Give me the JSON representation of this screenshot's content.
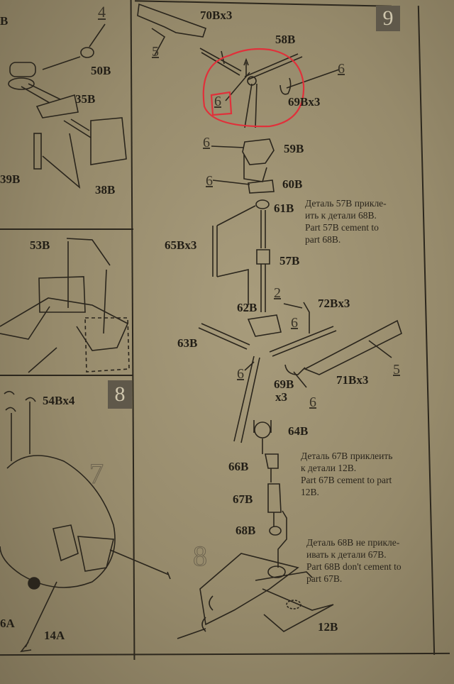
{
  "document": {
    "type": "model kit assembly instructions (helicopter)",
    "steps": [
      {
        "number": "4",
        "labels": [
          "50B",
          "35B",
          "39B",
          "38B"
        ]
      },
      {
        "number": "7",
        "labels": [
          "53B"
        ]
      },
      {
        "number": "8",
        "labels": [
          "54Bx4",
          "14A",
          "6A"
        ],
        "color_ref": "7"
      },
      {
        "number": "9",
        "labels": [
          "70Bx3",
          "58B",
          "69Bx3",
          "59B",
          "60B",
          "61B",
          "65Bx3",
          "57B",
          "62B",
          "72Bx3",
          "63B",
          "69B x3",
          "71Bx3",
          "64B",
          "66B",
          "67B",
          "68B",
          "12B"
        ]
      }
    ]
  },
  "step4": {
    "number": "4",
    "labels": {
      "b_partial": "B",
      "p50": "50B",
      "p35": "35B",
      "p39": "39B",
      "p38": "38B"
    }
  },
  "step7": {
    "labels": {
      "p53": "53B"
    }
  },
  "step8": {
    "step_number": "8",
    "color_ref": "7",
    "labels": {
      "p54": "54Bx4",
      "p14": "14A",
      "p6": "6A"
    }
  },
  "step9": {
    "step_number": "9",
    "color_refs": {
      "c5_top": "5",
      "c6_circled": "6",
      "c6_right": "6",
      "c6_59": "6",
      "c6_60": "6",
      "c2": "2",
      "c6_62": "6",
      "c6_left": "6",
      "c6_69": "6",
      "c5_bottom": "5",
      "c8": "8"
    },
    "labels": {
      "p70": "70Bx3",
      "p58": "58B",
      "p69top": "69Bx3",
      "p59": "59B",
      "p60": "60B",
      "p61": "61B",
      "p65": "65Bx3",
      "p57": "57B",
      "p62": "62B",
      "p72": "72Bx3",
      "p63": "63B",
      "p69a": "69B",
      "p69b": "x3",
      "p71": "71Bx3",
      "p64": "64B",
      "p66": "66B",
      "p67": "67B",
      "p68": "68B",
      "p12": "12B"
    },
    "notes": {
      "n1": [
        "Деталь 57B прикле-",
        "ить к детали 68B.",
        "Part 57B cement to",
        "part 68B."
      ],
      "n2": [
        "Деталь 67B приклеить",
        "к детали 12B.",
        "Part 67B cement to part",
        "12B."
      ],
      "n3": [
        "Деталь 68B не прикле-",
        "ивать к детали 67B.",
        "Part 68B don't cement to",
        "part 67B."
      ]
    }
  },
  "annotation": {
    "type": "red hand-drawn circle",
    "color": "#e0303a",
    "highlights": "rotor hub 58B and color ref 6"
  }
}
